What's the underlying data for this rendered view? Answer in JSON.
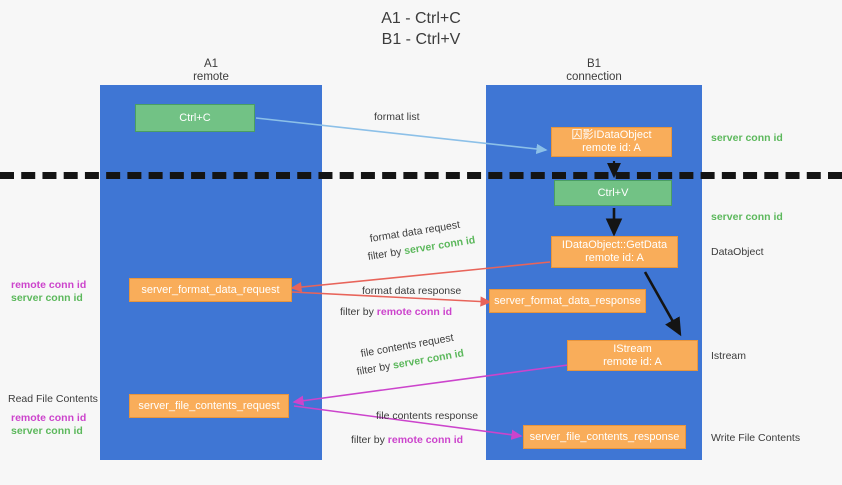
{
  "title": {
    "line1": "A1 - Ctrl+C",
    "line2": "B1 - Ctrl+V"
  },
  "lanes": [
    {
      "name": "A1",
      "sub": "remote"
    },
    {
      "name": "B1",
      "sub": "connection"
    }
  ],
  "boxes": {
    "ctrl_c": {
      "label": "Ctrl+C"
    },
    "ctrl_v": {
      "label": "Ctrl+V"
    },
    "idataobject": {
      "line1": "囚影IDataObject",
      "line2": "remote id: A"
    },
    "getdata": {
      "line1": "IDataObject::GetData",
      "line2": "remote id: A"
    },
    "istream": {
      "line1": "IStream",
      "line2": "remote id: A"
    },
    "fmt_req": {
      "label": "server_format_data_request"
    },
    "fmt_resp": {
      "label": "server_format_data_response"
    },
    "file_req": {
      "label": "server_file_contents_request"
    },
    "file_resp": {
      "label": "server_file_contents_response"
    }
  },
  "annotations": {
    "format_list": "format list",
    "fmt_data_request": "format data request",
    "fmt_data_request_filter_pre": "filter by ",
    "fmt_data_request_filter_key": "server conn id",
    "fmt_data_response": "format data response",
    "fmt_data_response_filter_pre": "filter by ",
    "fmt_data_response_filter_key": "remote conn id",
    "file_contents_request": "file contents request",
    "file_contents_request_filter_pre": "filter by ",
    "file_contents_request_filter_key": "server conn id",
    "file_contents_response": "file contents response",
    "file_contents_response_filter_pre": "filter by ",
    "file_contents_response_filter_key": "remote conn id"
  },
  "right_labels": {
    "server_conn_id_top": "server conn id",
    "server_conn_id_mid": "server conn id",
    "dataobject": "DataObject",
    "istream": "Istream",
    "write_file_contents": "Write File Contents"
  },
  "left_labels": {
    "remote_conn_id_1": "remote conn id",
    "server_conn_id_1": "server conn id",
    "read_file_contents": "Read File Contents",
    "remote_conn_id_2": "remote conn id",
    "server_conn_id_2": "server conn id"
  },
  "colors": {
    "lane": "#3f76d4",
    "green_box": "#72c285",
    "orange_box": "#f9ad5a",
    "server_key": "#5cb85c",
    "remote_key": "#cc44cc",
    "arrow_light_blue": "#8cc0e8",
    "arrow_red": "#e8645a",
    "arrow_magenta": "#cc44cc",
    "arrow_black": "#141414"
  }
}
